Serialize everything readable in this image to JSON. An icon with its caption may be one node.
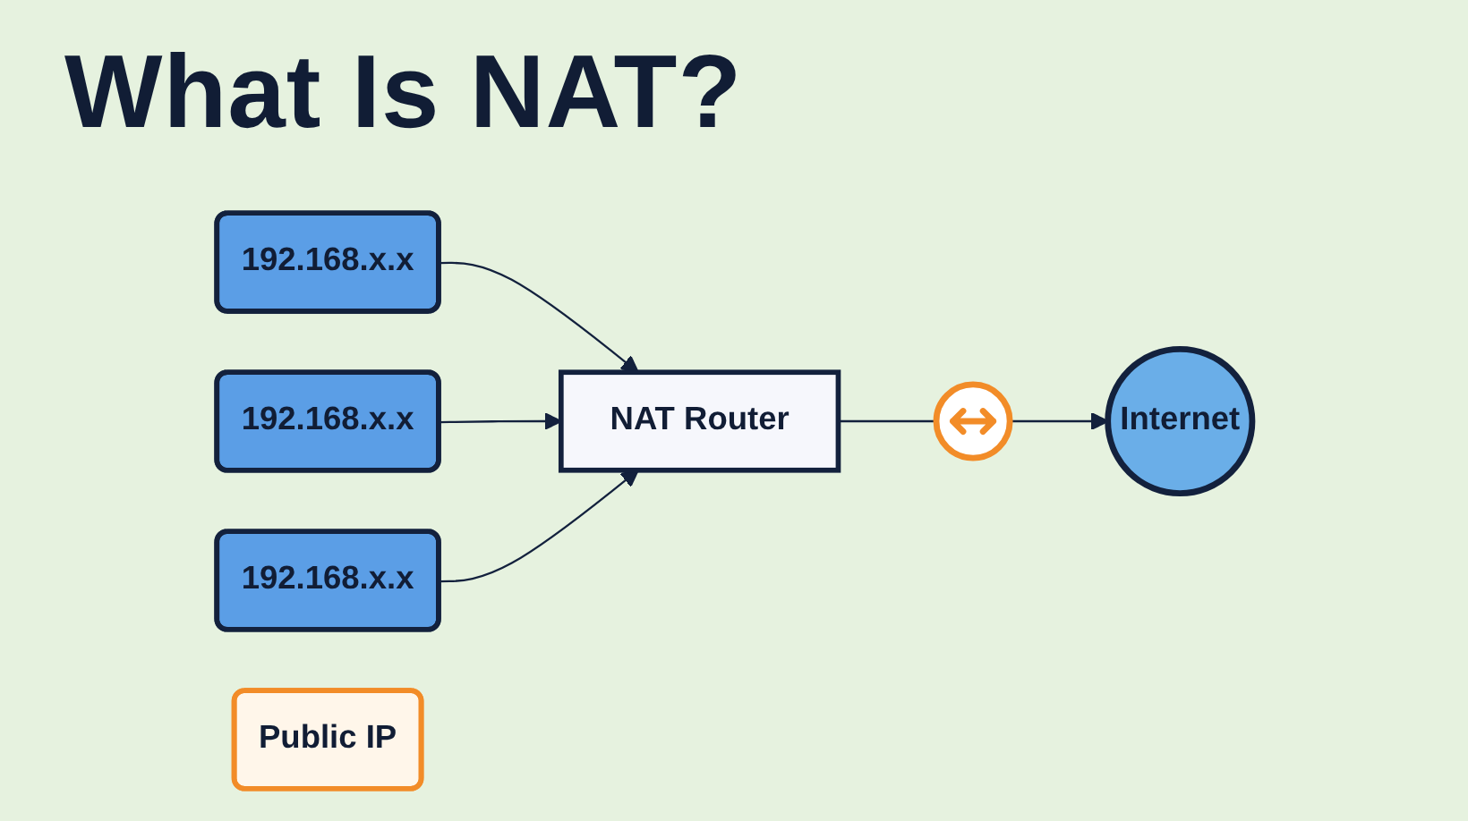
{
  "diagram": {
    "title": "What Is NAT?",
    "nodes": [
      {
        "text": [
          "192.168.x.x"
        ]
      },
      {
        "text": [
          "192.168.x.x"
        ]
      },
      {
        "text": [
          "192.168.x.x"
        ]
      },
      {
        "text": [
          "NAT Router"
        ]
      },
      {
        "text": [
          "Public IP"
        ]
      },
      {
        "text": [],
        "shape": "circle"
      },
      {
        "text": [
          "Internet"
        ]
      }
    ],
    "edges": [
      {
        "from": 0,
        "to": 3,
        "arrow": "to"
      },
      {
        "from": 1,
        "to": 3,
        "arrow": "to"
      },
      {
        "from": 2,
        "to": 3,
        "arrow": "to"
      },
      {
        "from": 3,
        "to": 5,
        "arrow": "none"
      },
      {
        "from": 5,
        "to": 6,
        "arrow": "to"
      }
    ]
  }
}
